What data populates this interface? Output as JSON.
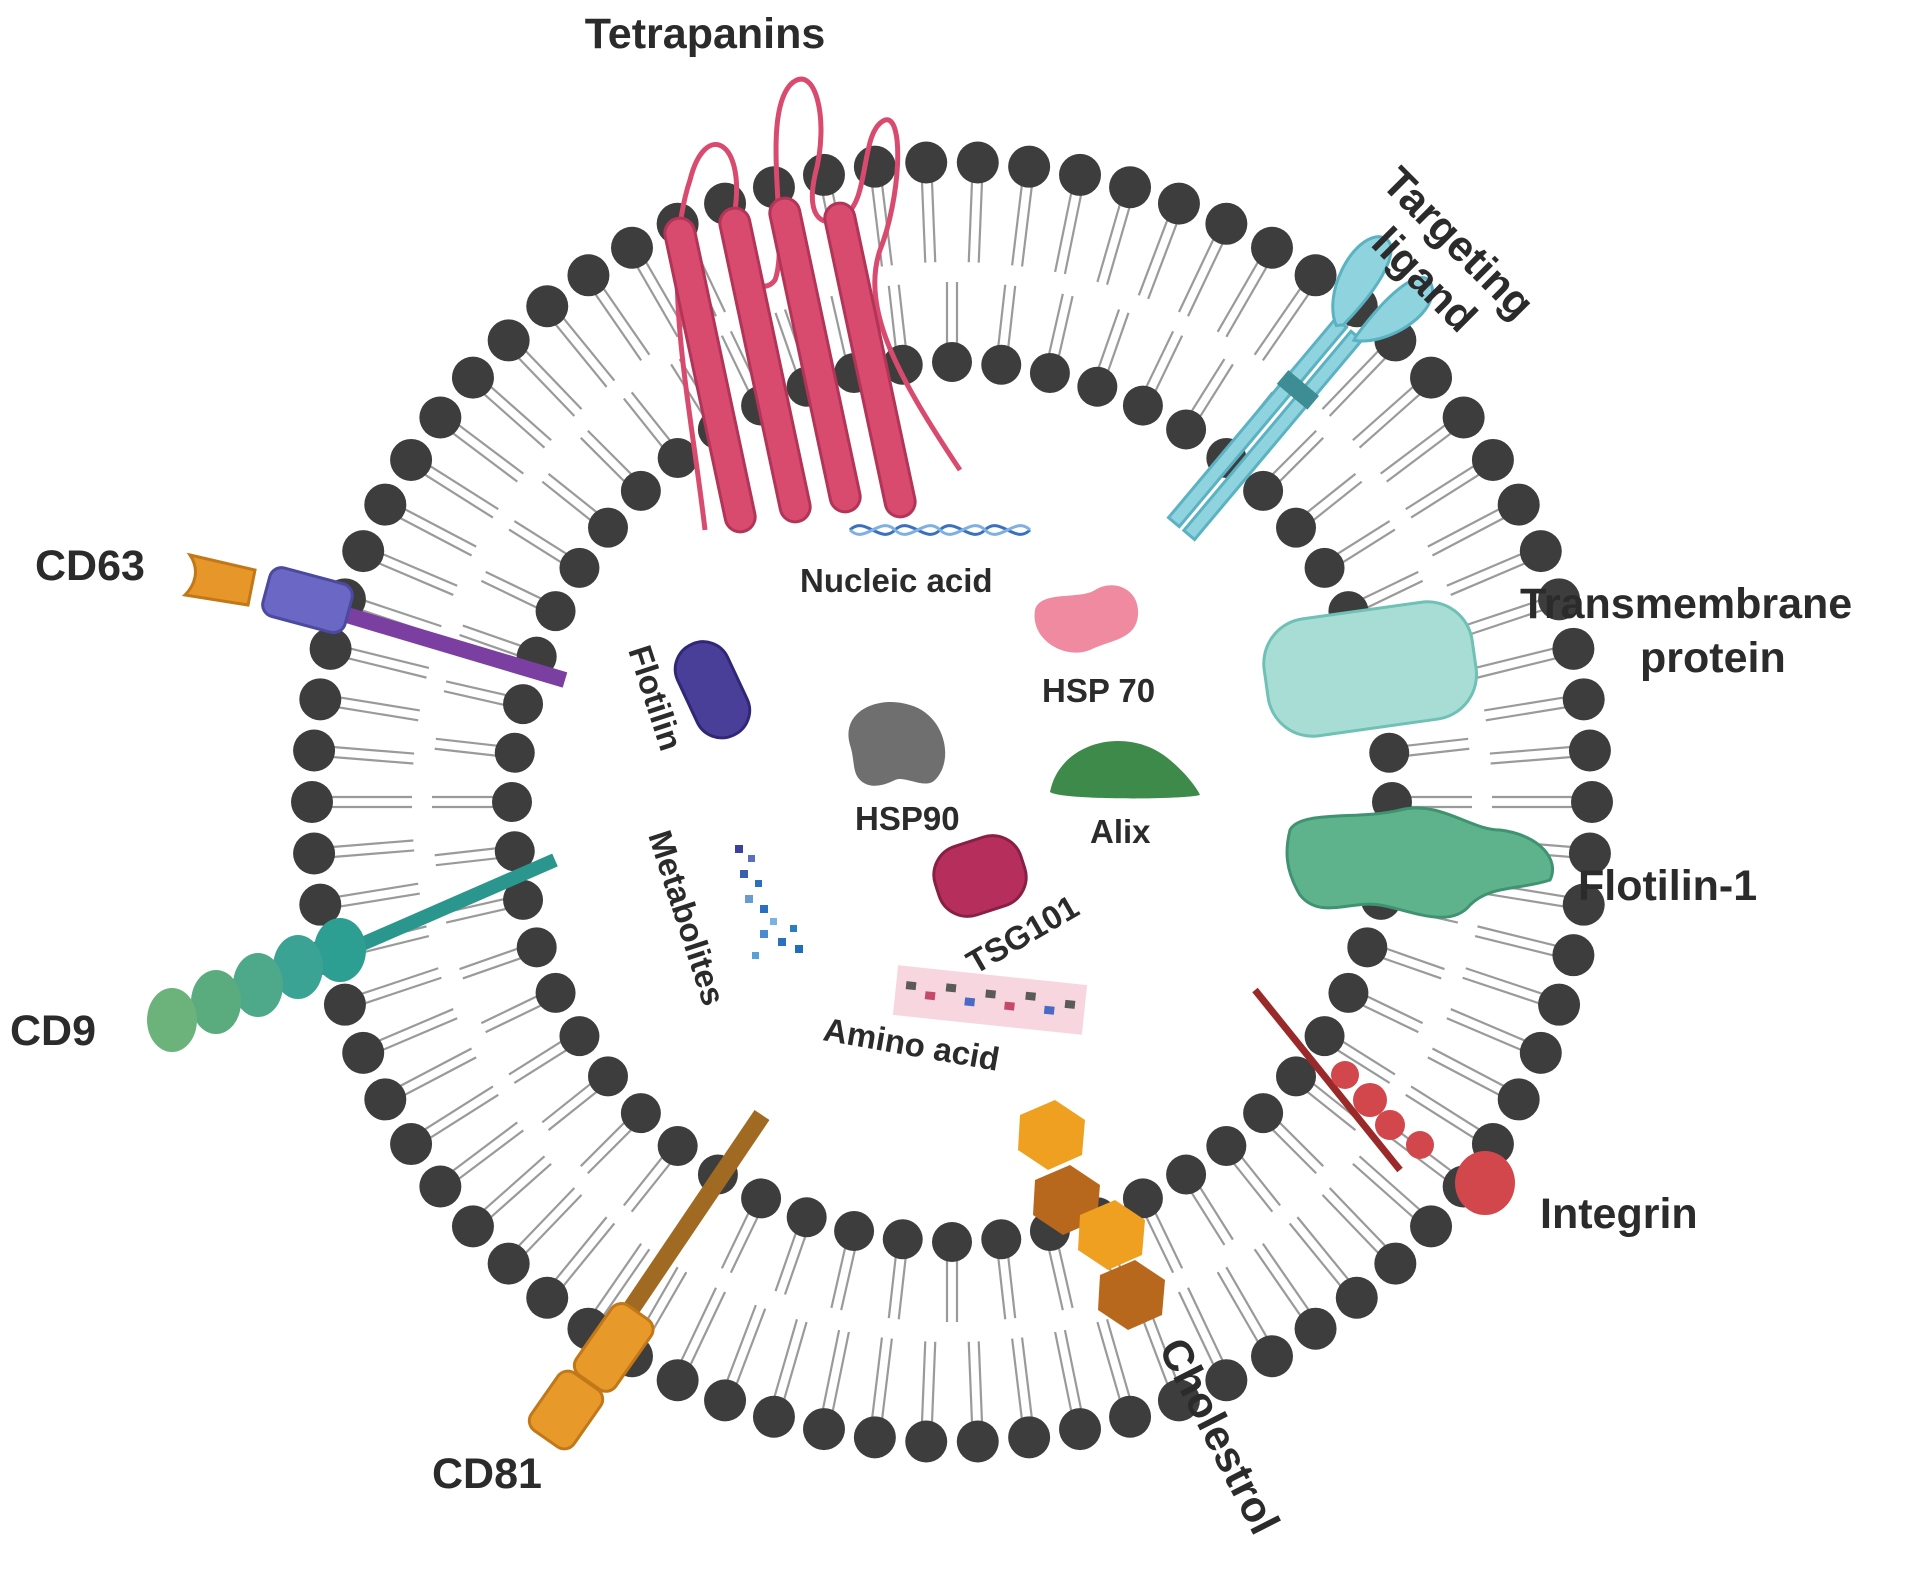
{
  "labels": {
    "tetrapanins": "Tetrapanins",
    "targeting_ligand_line1": "Targeting",
    "targeting_ligand_line2": "ligand",
    "transmembrane_line1": "Transmembrane",
    "transmembrane_line2": "protein",
    "flotilin1": "Flotilin-1",
    "integrin": "Integrin",
    "cholestrol": "Cholestrol",
    "cd81": "CD81",
    "cd9": "CD9",
    "cd63": "CD63",
    "nucleic_acid": "Nucleic acid",
    "hsp70": "HSP 70",
    "flotilin": "Flotilin",
    "hsp90": "HSP90",
    "alix": "Alix",
    "metabolites": "Metabolites",
    "tsg101": "TSG101",
    "amino_acid": "Amino acid"
  },
  "colors": {
    "lipid_head": "#3d3d3d",
    "lipid_tail": "#9a9a9a",
    "tetraspanin": "#d94b6e",
    "targeting_ligand": "#8fd3df",
    "transmembrane": "#a8ddd6",
    "flotilin1": "#5fb38c",
    "integrin": "#d1474b",
    "cholesterol": "#f0a020",
    "cholesterol_dark": "#b8681c",
    "cd81": "#e79a2a",
    "cd9": "#3aa394",
    "cd63_head": "#e7962a",
    "cd63_body": "#6a68c4",
    "cd63_stalk": "#7a3fa0",
    "flotilin": "#4a3f98",
    "hsp90": "#6f6f6f",
    "alix": "#3e8a4a",
    "tsg101": "#b52e5c",
    "hsp70": "#ef8aa0",
    "nucleic_acid": "#3b6fc0",
    "metabolites": "#2a6fc0"
  }
}
